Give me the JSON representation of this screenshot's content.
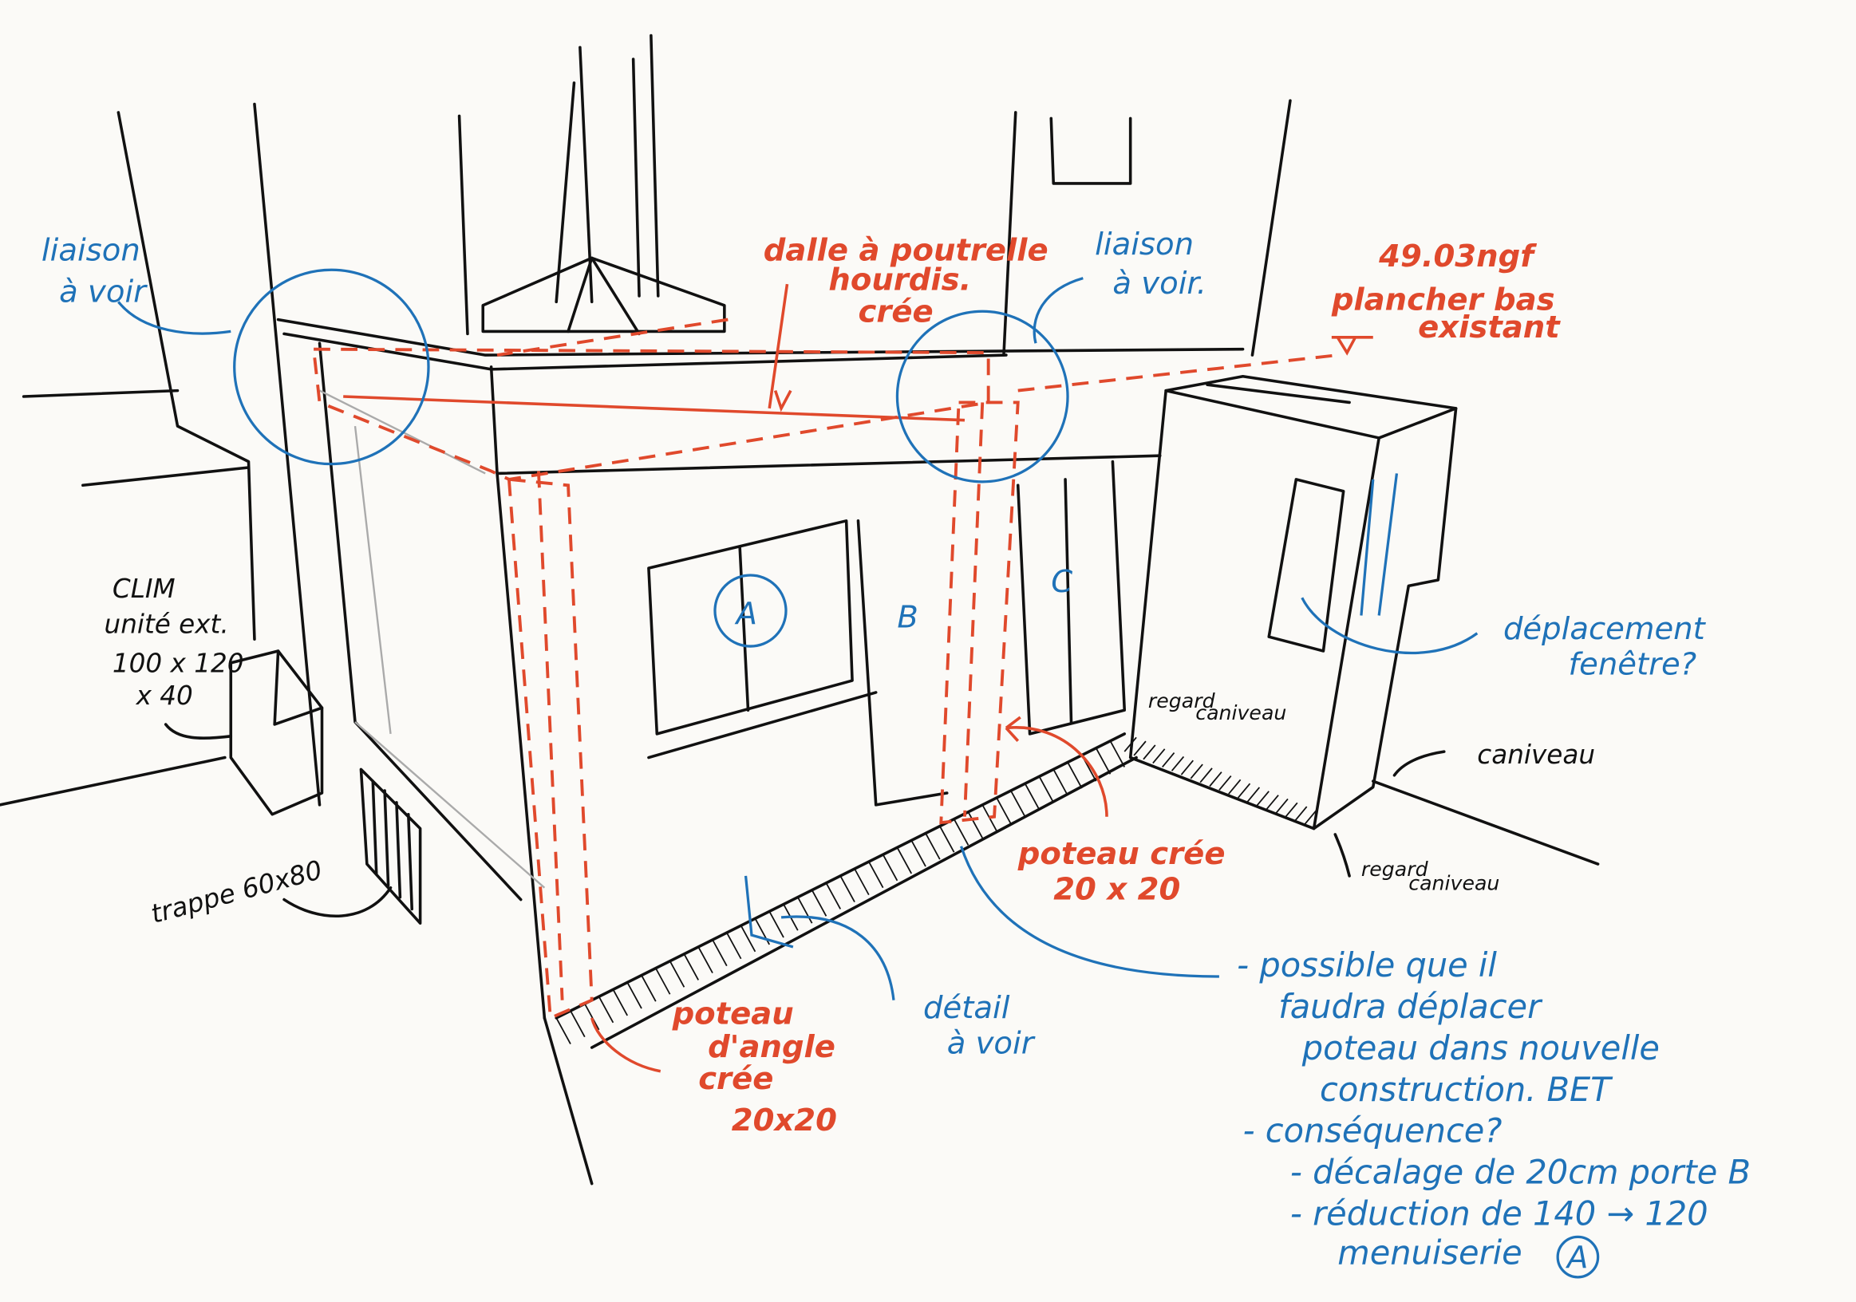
{
  "colors": {
    "ink": "#111111",
    "red": "#e0492c",
    "blue": "#1f72b8",
    "paper": "#fbfaf7"
  },
  "labels": {
    "liaison_left": [
      "liaison",
      "à voir"
    ],
    "dalle": [
      "dalle à poutrelle",
      "hourdis.",
      "crée"
    ],
    "liaison_right": [
      "liaison",
      "à voir."
    ],
    "niveau": [
      "49.03ngf",
      "plancher bas",
      "existant"
    ],
    "clim": [
      "CLIM",
      "unité ext.",
      "100 x 120",
      "x 40"
    ],
    "door_a": "A",
    "door_b": "B",
    "door_c": "C",
    "deplacement": [
      "déplacement",
      "fenêtre?"
    ],
    "regard_top": [
      "regard",
      "caniveau"
    ],
    "caniveau": "caniveau",
    "regard_bottom": [
      "regard",
      "caniveau"
    ],
    "poteau_cree": [
      "poteau crée",
      "20 x 20"
    ],
    "trappe": "trappe 60x80",
    "poteau_angle": [
      "poteau",
      "d'angle",
      "crée",
      "20x20"
    ],
    "detail": [
      "détail",
      "à voir"
    ],
    "note": [
      "- possible que il",
      "faudra déplacer",
      "poteau dans nouvelle",
      "construction. BET",
      "- conséquence?",
      "- décalage de 20cm porte B",
      "- réduction de 140 → 120",
      "menuiserie"
    ],
    "note_circle": "A"
  }
}
